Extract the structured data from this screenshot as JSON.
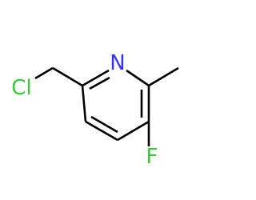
{
  "molecule": {
    "atoms": {
      "n": {
        "symbol": "N",
        "color": "#3333ff"
      },
      "f": {
        "symbol": "F",
        "color": "#33cc33"
      },
      "cl": {
        "symbol": "Cl",
        "color": "#33cc33"
      }
    }
  },
  "colors": {
    "bond": "#000000",
    "background": "#ffffff"
  }
}
